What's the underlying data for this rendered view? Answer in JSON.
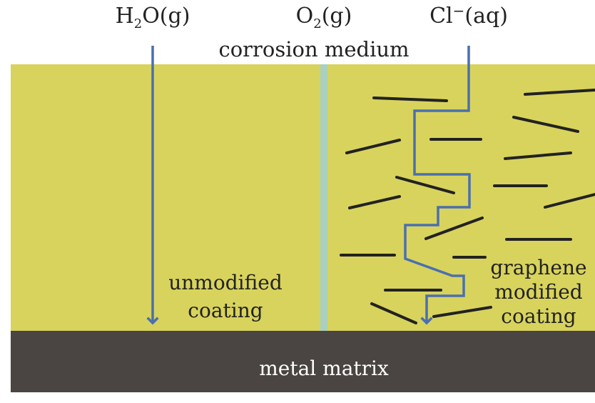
{
  "species": {
    "h2o": {
      "main": "H",
      "sub": "2",
      "rest": "O(g)"
    },
    "o2": {
      "main": "O",
      "sub": "2",
      "rest": "(g)"
    },
    "cl": {
      "main": "Cl",
      "sup": "−",
      "rest": "(aq)"
    }
  },
  "labels": {
    "corrosion_medium": "corrosion medium",
    "unmodified_line1": "unmodified",
    "unmodified_line2": "coating",
    "graphene_line1": "graphene",
    "graphene_line2": "modified",
    "graphene_line3": "coating",
    "metal_matrix": "metal matrix"
  },
  "colors": {
    "coating": "#d8d35c",
    "metal": "#4a4542",
    "arrow": "#4a6fb0",
    "divider": "#a9d0c0",
    "graphene_flake": "#222222",
    "metal_text": "#ffffff"
  }
}
